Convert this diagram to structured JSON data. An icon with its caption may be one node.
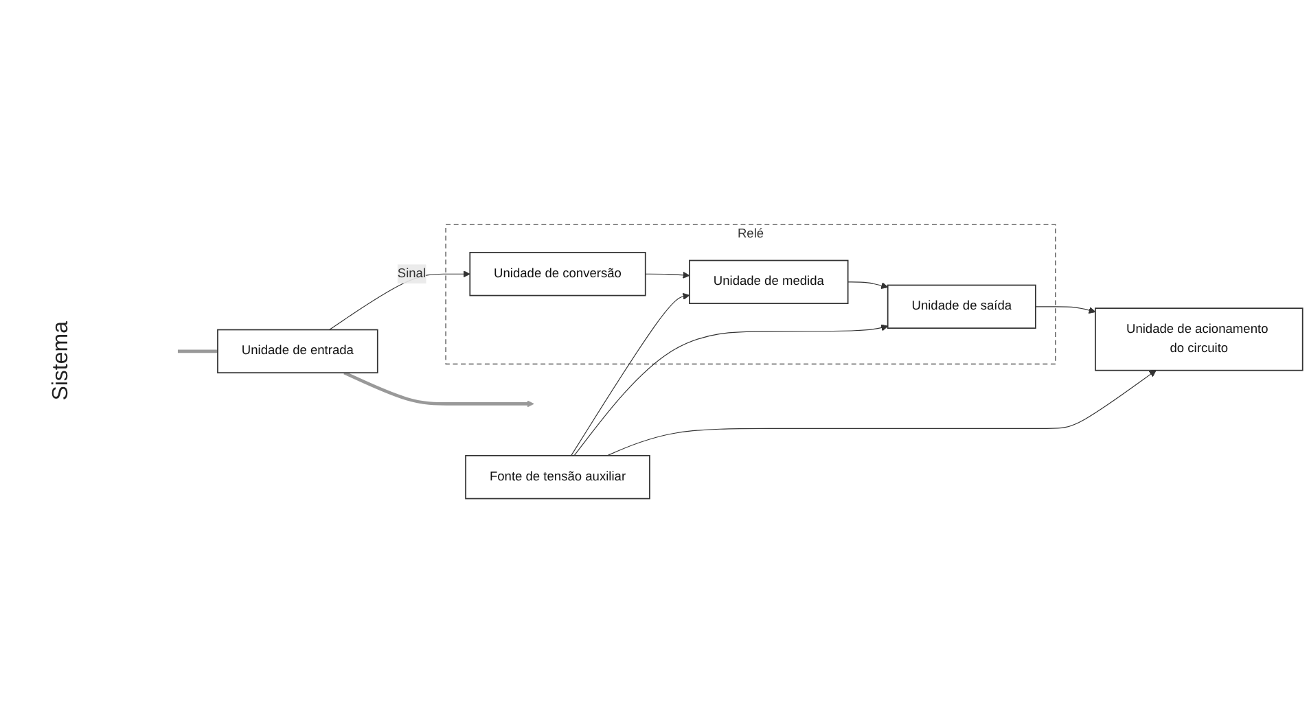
{
  "diagram": {
    "nodes": [
      {
        "text": [
          "Fonte de tensão auxiliar"
        ]
      },
      {
        "text": [
          "Relé"
        ]
      },
      {
        "text": [
          "Unidade de entrada"
        ]
      },
      {
        "text": [
          "Unidade de conversão"
        ],
        "in": 1
      },
      {
        "text": [
          "Unidade de medida"
        ],
        "in": 1
      },
      {
        "text": [
          "Unidade de saída"
        ],
        "in": 1
      },
      {
        "text": [
          "Unidade de acionamento do circuito"
        ]
      }
    ],
    "edges": [
      {
        "from": null,
        "to": 2,
        "arrow": "none",
        "style": "thick",
        "color": "#999999"
      },
      {
        "from": 2,
        "to": null,
        "arrow": "to",
        "style": "thick",
        "color": "#999999"
      },
      {
        "from": 2,
        "to": 3,
        "arrow": "to",
        "label": "Sinal"
      },
      {
        "from": 3,
        "to": 4,
        "arrow": "to"
      },
      {
        "from": 4,
        "to": 5,
        "arrow": "to"
      },
      {
        "from": 5,
        "to": 6,
        "arrow": "to"
      },
      {
        "from": 0,
        "to": 4,
        "arrow": "to"
      },
      {
        "from": 0,
        "to": 5,
        "arrow": "to"
      },
      {
        "from": 0,
        "to": 6,
        "arrow": "to"
      }
    ],
    "labels": [
      "Sistema"
    ]
  }
}
